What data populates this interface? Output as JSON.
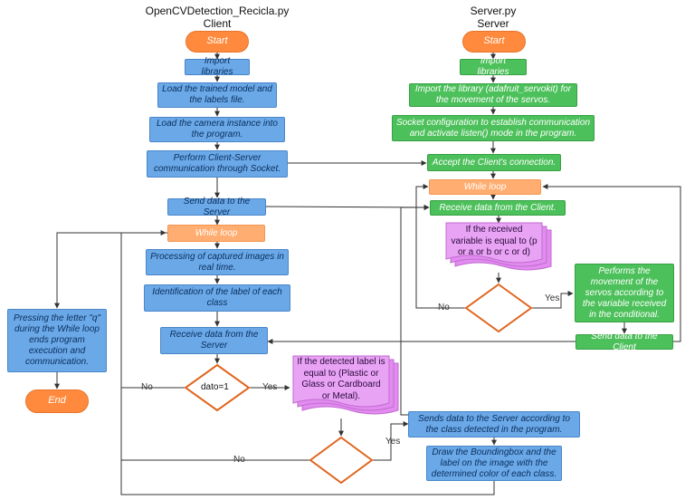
{
  "titles": {
    "client": "OpenCVDetection_Recicla.py\nClient",
    "server": "Server.py\nServer"
  },
  "client": {
    "start": "Start",
    "import": "Import libraries",
    "load_model": "Load the trained model and the labels file.",
    "load_camera": "Load the camera instance into the program.",
    "communicate": "Perform Client-Server communication through Socket.",
    "send": "Send data to the Server",
    "while": "While loop",
    "processing": "Processing of captured images in real time.",
    "identification": "Identification of the label of each class",
    "receive": "Receive data from the Server",
    "decision": "dato=1",
    "detected_label": "If the detected label is equal to (Plastic or Glass or Cardboard or Metal).",
    "sends_class": "Sends data to the Server according to the class detected in the program.",
    "draw": "Draw the Boundingbox and the label on the image with the determined color of each class.",
    "pressing_q": "Pressing the letter \"q\" during the While loop ends program execution and communication.",
    "end": "End"
  },
  "server": {
    "start": "Start",
    "import": "Import libraries",
    "import_servokit": "Import the library (adafruit_servokit) for the movement of the servos.",
    "socket_config": "Socket configuration to establish communication and activate listen() mode in the program.",
    "accept": "Accept the Client's connection.",
    "while": "While loop",
    "receive": "Receive data from the Client.",
    "received_variable": "If the received variable is equal to (p or a or b or c or d)",
    "performs": "Performs the movement of the servos according to the variable received in the conditional.",
    "send": "Send data to the Client"
  },
  "labels": {
    "yes": "Yes",
    "no": "No"
  },
  "colors": {
    "client_step": "#6aa8e8",
    "server_step": "#4cc05a",
    "terminal": "#ff8a3d",
    "loop": "#ffad70",
    "document": "#e38cf0",
    "decision_border": "#e0661f"
  }
}
